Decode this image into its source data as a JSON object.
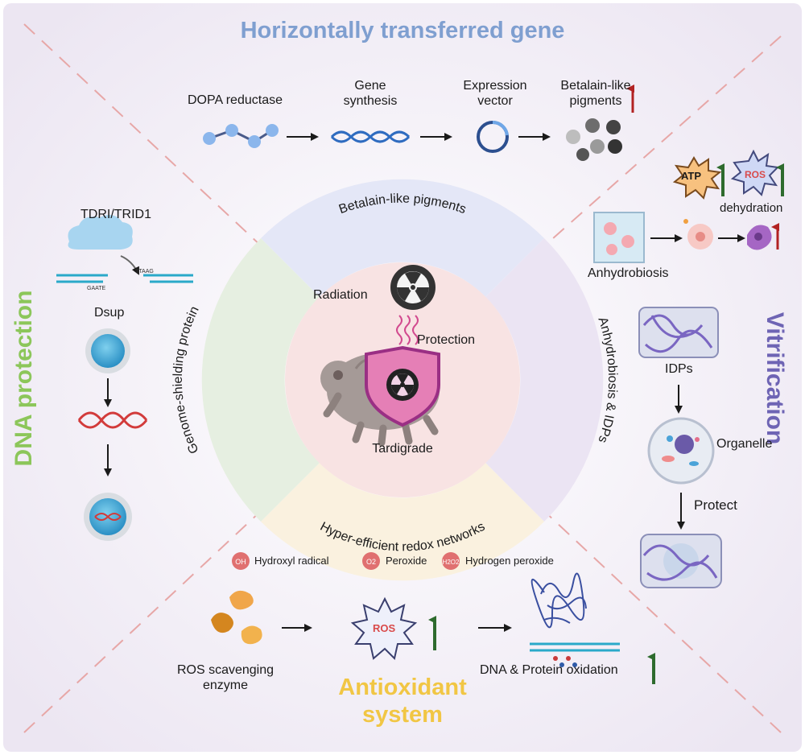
{
  "titles": {
    "top": "Horizontally transferred gene",
    "left": "DNA protection",
    "right": "Vitrification",
    "bottom_line1": "Antioxidant",
    "bottom_line2": "system"
  },
  "colors": {
    "top_title": "#7f9fd0",
    "left_title": "#8cc65a",
    "right_title": "#6e64b4",
    "bottom_title": "#f1c644",
    "ring_top": "#e4e7f7",
    "ring_left": "#e6efe1",
    "ring_right": "#ebe4f3",
    "ring_bottom": "#faf1df",
    "center": "#f8e3e3"
  },
  "ring": {
    "top": "Betalain-like pigments",
    "left": "Genome-shielding protein",
    "right": "Anhydrobiosis & IDPs",
    "bottom": "Hyper-efficient  redox networks"
  },
  "center": {
    "radiation": "Radiation",
    "protection": "Protection",
    "organism": "Tardigrade"
  },
  "top_flow": {
    "step1": "DOPA reductase",
    "step2_line1": "Gene",
    "step2_line2": "synthesis",
    "step3_line1": "Expression",
    "step3_line2": "vector",
    "step4_line1": "Betalain-like",
    "step4_line2": "pigments"
  },
  "left_flow": {
    "protein1": "TDRI/TRID1",
    "protein2": "Dsup",
    "dna_seq1": "GAATE",
    "dna_seq2": "TTAAG"
  },
  "right_flow": {
    "atp": "ATP",
    "ros": "ROS",
    "dehydration": "dehydration",
    "anhydrobiosis": "Anhydrobiosis",
    "idps": "IDPs",
    "organelle": "Organelle",
    "protect": "Protect"
  },
  "bottom_flow": {
    "ros_types": [
      {
        "icon": "OH",
        "label": "Hydroxyl radical"
      },
      {
        "icon": "O2",
        "label": "Peroxide"
      },
      {
        "icon": "H2O2",
        "label": "Hydrogen peroxide"
      }
    ],
    "enzyme_line1": "ROS scavenging",
    "enzyme_line2": "enzyme",
    "ros": "ROS",
    "oxidation": "DNA & Protein oxidation"
  }
}
